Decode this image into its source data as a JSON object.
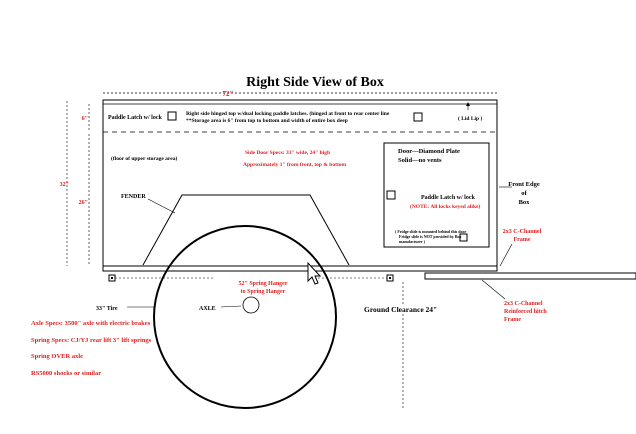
{
  "title": "Right Side View of Box",
  "dimensions": {
    "overall_width": "72\"",
    "storage_depth": "6\"",
    "box_height": "32\"",
    "lower_height": "26\""
  },
  "upper_notes": {
    "paddle_latch": "Paddle Latch w/ lock",
    "hinged_text_1": "Right side hinged top w/dual locking paddle latches. (hinged at front to rear center line",
    "hinged_text_2": "**Storage area is 6\" from top to bottom and width of entire box deep",
    "lid_lip": "( Lid Lip )",
    "floor_label": "(floor of upper storage area)"
  },
  "side_door": {
    "specs_1": "Side Door Specs: 33\" wide, 24\" high",
    "specs_2": "Approximately  1\" from front, top & bottom"
  },
  "door_panel": {
    "line_1": "Door—Diamond Plate",
    "line_2": "Solid—no vents",
    "latch": "Paddle Latch w/ lock",
    "note": "(NOTE: All locks keyed alike)",
    "fridge_1": "( Fridge slide is mounted behind this door",
    "fridge_2": "Fridge slide is NOT provided by Box",
    "fridge_3": "manufacturer )"
  },
  "front_edge": [
    "Front Edge",
    "of",
    "Box"
  ],
  "fender": "FENDER",
  "c_channel_frame": [
    "2x3 C-Channel",
    "Frame"
  ],
  "spring_hanger": [
    "52\" Spring Hanger",
    "to Spring Hanger"
  ],
  "tire": "33\" Tire",
  "axle": "AXLE",
  "ground_clearance": "Ground Clearance 24\"",
  "hitch_frame": [
    "2x3 C-Channel",
    "Reinforced hitch",
    "Frame"
  ],
  "specs": [
    "Axle Specs:  3500\" axle with electric brakes",
    "Spring Specs:  CJ/YJ rear lift 3\" lift springs",
    "Spring OVER axle",
    "RS5000 shocks or similar"
  ],
  "colors": {
    "annotation_red": "#e02020",
    "line": "#000000"
  }
}
